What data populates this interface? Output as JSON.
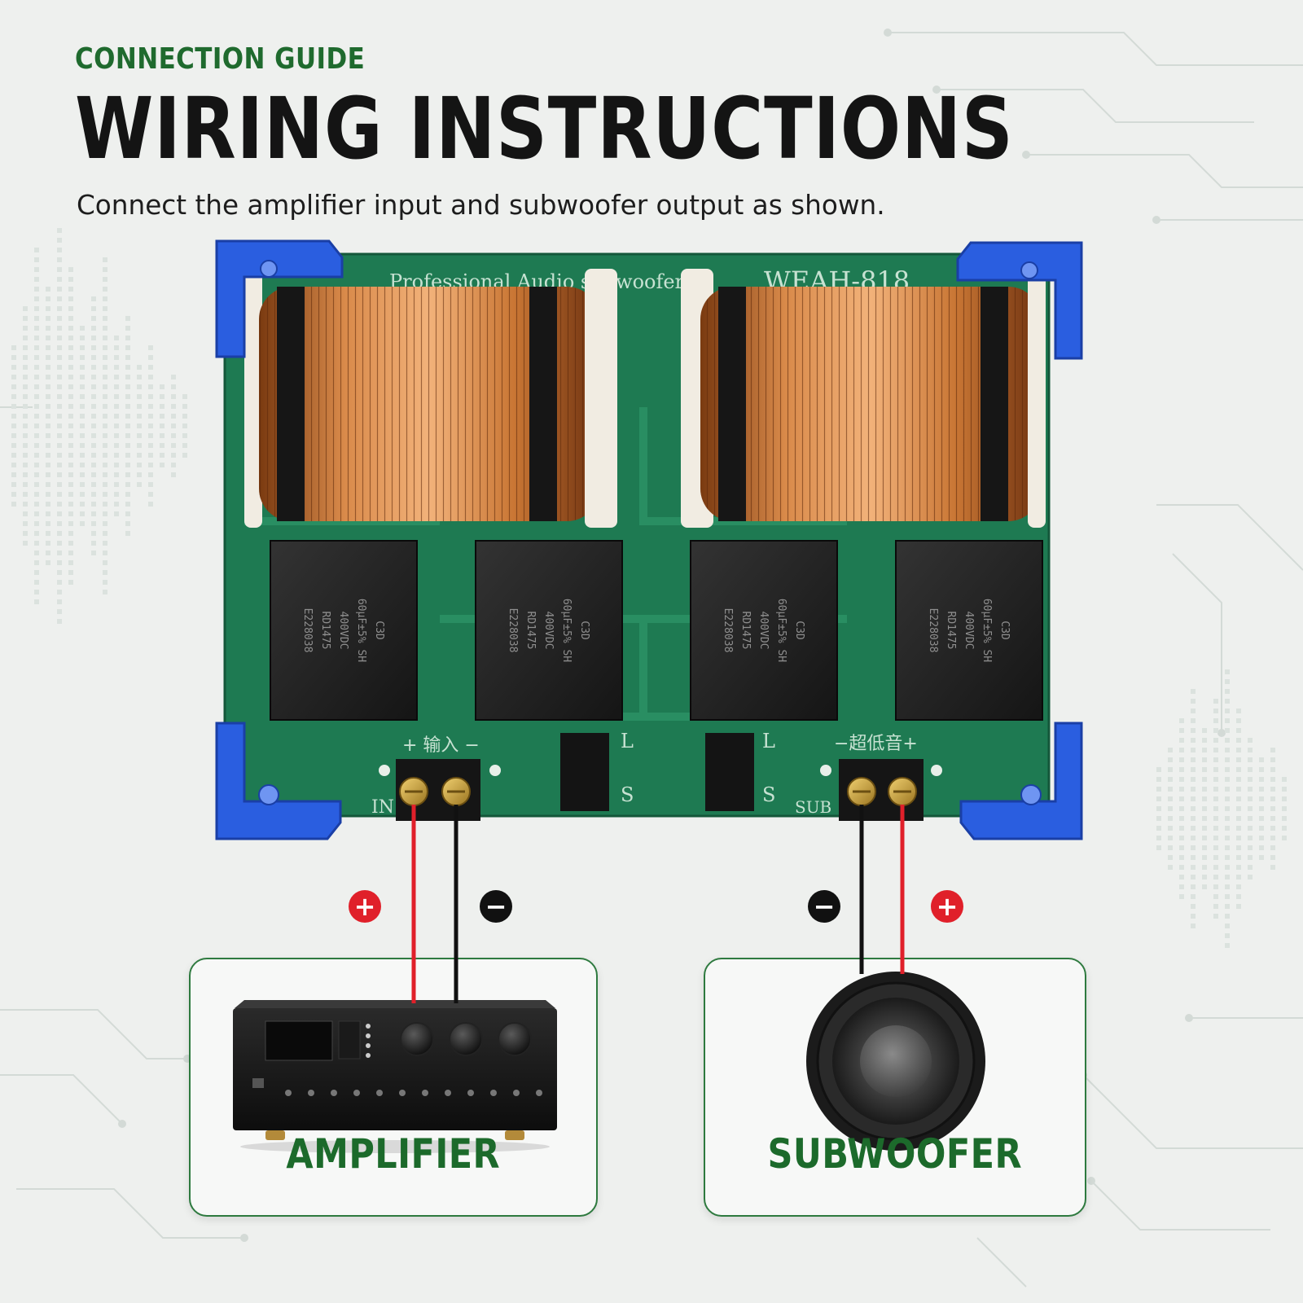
{
  "header": {
    "eyebrow": "CONNECTION GUIDE",
    "title": "WIRING INSTRUCTIONS",
    "subtitle": "Connect the amplifier input and subwoofer output as shown."
  },
  "board": {
    "brand_text": "Professional Audio subwoofer",
    "model": "WEAH-818",
    "input_label": "+ 输入 −",
    "input_short": "IN",
    "sub_label": "−超低音+",
    "sub_short": "SUB",
    "port_l": "L",
    "port_s": "S",
    "capacitor_lines": [
      "C3D",
      "60μF±5% SH",
      "400VDC",
      "RD1475",
      "E228038"
    ]
  },
  "wiring": {
    "plus_symbol": "+",
    "minus_symbol": "−"
  },
  "cards": {
    "amplifier_label": "AMPLIFIER",
    "subwoofer_label": "SUBWOOFER"
  },
  "colors": {
    "accent_green": "#1f6a2e",
    "pcb_green": "#1e7a52",
    "wire_red": "#e0202a",
    "wire_black": "#111111",
    "corner_blue": "#2a5ee0"
  }
}
